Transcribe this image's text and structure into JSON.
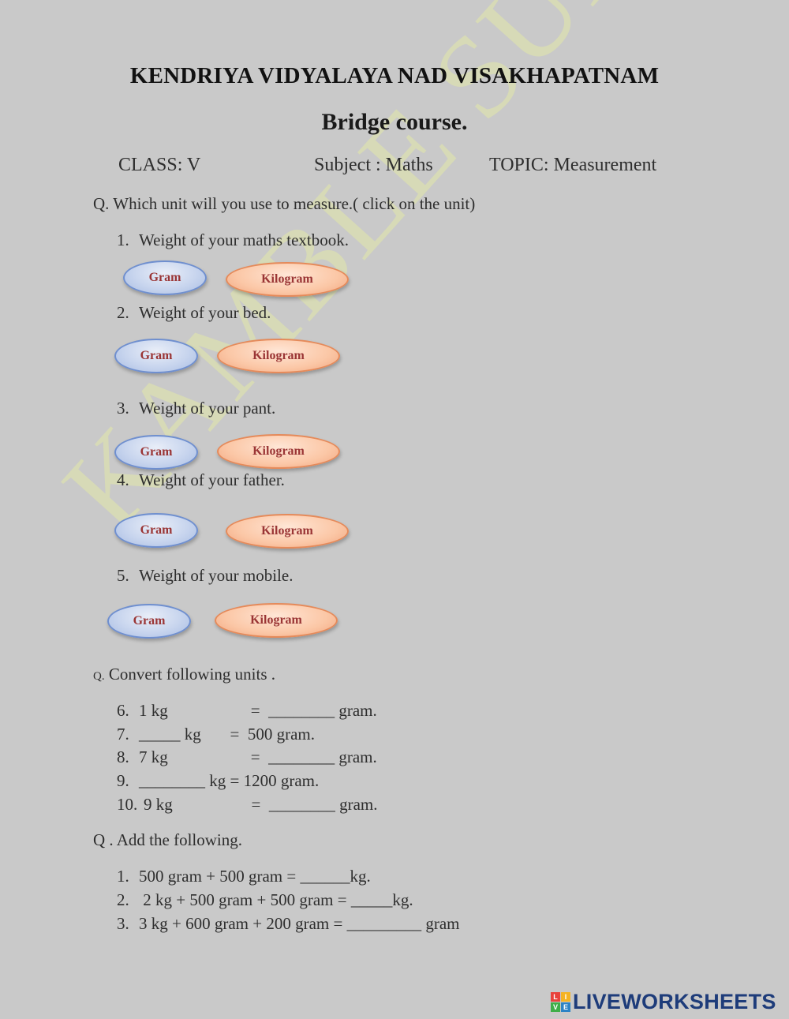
{
  "header": {
    "school": "KENDRIYA VIDYALAYA NAD VISAKHAPATNAM",
    "course": "Bridge course.",
    "class_label": "CLASS: V",
    "subject_label": "Subject : Maths",
    "topic_label": "TOPIC: Measurement"
  },
  "section1": {
    "question": "Q. Which unit will you use to measure.( click on the unit)",
    "items": [
      {
        "num": "1.",
        "text": "Weight of your maths textbook."
      },
      {
        "num": "2.",
        "text": "Weight of your bed."
      },
      {
        "num": "3.",
        "text": "Weight of your pant."
      },
      {
        "num": "4.",
        "text": "Weight of your father."
      },
      {
        "num": "5.",
        "text": "Weight of your mobile."
      }
    ],
    "option_gram": "Gram",
    "option_kilogram": "Kilogram"
  },
  "section2": {
    "q_prefix": "Q.",
    "question": " Convert following units .",
    "items": [
      {
        "num": "6.",
        "text": "1 kg                    =  ________ gram."
      },
      {
        "num": "7.",
        "text": "_____ kg       =  500 gram."
      },
      {
        "num": "8.",
        "text": "7 kg                    =  ________ gram."
      },
      {
        "num": "9.",
        "text": "________ kg = 1200 gram."
      },
      {
        "num": "10.",
        "text": "9 kg                   =  ________ gram."
      }
    ]
  },
  "section3": {
    "question": "Q . Add the following.",
    "items": [
      {
        "num": "1.",
        "text": "500 gram + 500 gram = ______kg."
      },
      {
        "num": "2.",
        "text": " 2 kg + 500 gram + 500 gram = _____kg."
      },
      {
        "num": "3.",
        "text": "3 kg + 600 gram + 200 gram = _________ gram"
      }
    ]
  },
  "watermark": "KAMBLE SUNIL",
  "logo": {
    "mark_letters": [
      "L",
      "I",
      "V",
      "E"
    ],
    "text": "LIVEWORKSHEETS",
    "colors": [
      "#e8423c",
      "#f5b324",
      "#3fae49",
      "#2c83c6"
    ]
  }
}
